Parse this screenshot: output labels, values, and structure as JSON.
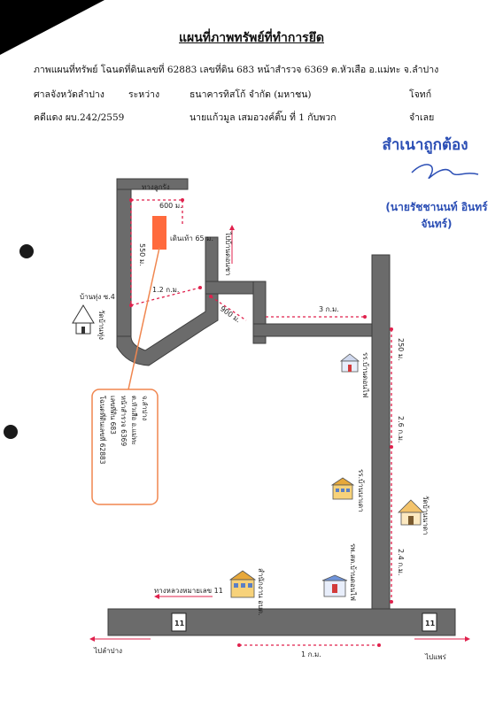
{
  "document": {
    "title": "แผนที่ภาพทรัพย์ที่ทำการยึด",
    "header": {
      "row1": "ภาพแผนที่ทรัพย์   โฉนดที่ดินเลขที่ 62883 เลขที่ดิน 683 หน้าสำรวจ 6369 ต.หัวเสือ อ.แม่ทะ จ.ลำปาง",
      "row2_court": "ศาลจังหวัดลำปาง",
      "row2_between": "ระหว่าง",
      "row2_plaintiff": "ธนาคารทิสโก้ จำกัด (มหาชน)",
      "row2_plaintiff_role": "โจทก์",
      "row3_case": "คดีแดง ผบ.242/2559",
      "row3_defendant": "นายแก้วมูล เสมอวงค์ติ๊บ ที่ 1 กับพวก",
      "row3_defendant_role": "จำเลย"
    },
    "stamp": {
      "text": "สำเนาถูกต้อง",
      "name": "(นายรัชชานนท์ อินทร์จันทร์)"
    }
  },
  "map": {
    "labels": {
      "road_top": "ทางลูกรัง",
      "dist_600": "600 ม.",
      "dist_550": "550 ม.",
      "width_65": "เดินเท้า 65 ม.",
      "to_village": "ไปบ้านดอนชา",
      "village_sign": "บ้านทุ่ง ซ.4",
      "temple_left": "วัดบ้านทุ่ง",
      "dist_1_2km": "1.2 ก.ม.",
      "dist_900": "900 ม.",
      "dist_3km": "3 ก.ม.",
      "dist_250": "250 ม.",
      "dist_2_6km": "2.6 ก.ม.",
      "dist_2_4km": "2.4 ก.ม.",
      "school_1": "รร.บ้านดอนไฟ",
      "school_2": "รร.บ้านนาเดา",
      "temple_right": "วัดบ้านนาดา",
      "clinic": "รพ.สต.บ้านดอนไฟ",
      "office": "สำนักงาน อบต.",
      "hwy_label": "ทางหลวงหมายเลข 11",
      "hwy_num_left": "11",
      "hwy_num_right": "11",
      "dist_1km": "1 ก.ม.",
      "to_lampang": "ไปลำปาง",
      "to_phrae": "ไปแพร่"
    },
    "deed_box": {
      "line1": "โฉนดที่ดินเลขที่ 62883",
      "line2": "เลขที่ดิน 683",
      "line3": "หน้าสำรวจ 6369",
      "line4": "ต.หัวเสือ อ.แม่ทะ",
      "line5": "จ.ลำปาง"
    },
    "colors": {
      "road": "#6b6b6b",
      "road_edge": "#3e3e3e",
      "plot": "#ff6a3d",
      "pointer": "#f0864f",
      "dashed": "#e0204c",
      "stamp": "#2c4fb5"
    }
  }
}
